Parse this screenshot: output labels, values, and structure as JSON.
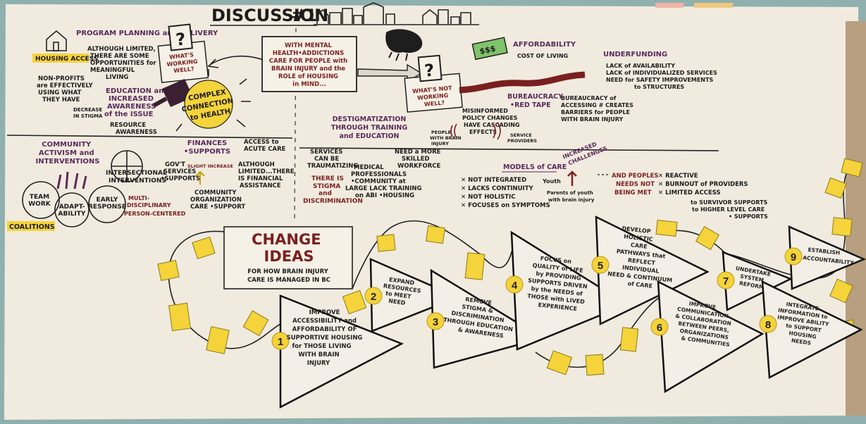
{
  "header": {
    "title": "DISCUSSION",
    "number": "#1"
  },
  "top_left": {
    "program_heading": "PROGRAM PLANNING and DELIVERY",
    "housing_access": "HOUSING ACCESS",
    "although_limited": [
      "ALTHOUGH LIMITED,",
      "THERE ARE SOME",
      "OPPORTUNITIES for",
      "MEANINGFUL",
      "LIVING"
    ],
    "non_profits": [
      "NON-PROFITS",
      "are EFFECTIVELY",
      "USING WHAT",
      "THEY HAVE"
    ],
    "education_heading": [
      "EDUCATION and",
      "INCREASED",
      "AWARENESS",
      "of the ISSUE"
    ],
    "decrease_stigma": [
      "DECREASE",
      "IN STIGMA"
    ],
    "resource_awareness": [
      "RESOURCE",
      "AWARENESS"
    ],
    "whats_working": [
      "WHAT'S",
      "WORKING",
      "WELL?"
    ]
  },
  "center_box": [
    "WITH MENTAL",
    "HEALTH•ADDICTIONS",
    "CARE FOR PEOPLE with",
    "BRAIN INJURY and the",
    "ROLE of HOUSING",
    "in MIND..."
  ],
  "complex": [
    "COMPLEX",
    "CONNECTION",
    "to HEALTH"
  ],
  "community": {
    "heading": [
      "COMMUNITY",
      "ACTIVISM and",
      "INTERVENTIONS"
    ],
    "intersectional": [
      "INTERSECTIONAL",
      "INTERVENTIONS"
    ],
    "team_work": [
      "TEAM",
      "WORK"
    ],
    "early_response": [
      "EARLY",
      "RESPONSE"
    ],
    "adaptability": [
      "ADAPT-",
      "ABILITY"
    ],
    "multi_disciplinary": [
      "MULTI-",
      "DISCIPLINARY",
      "PERSON-CENTERED"
    ],
    "coalitions": "COALITIONS"
  },
  "finances": {
    "heading": [
      "FINANCES",
      "•SUPPORTS"
    ],
    "govt": [
      "GOV'T",
      "SERVICES",
      "•SUPPORTS"
    ],
    "slight_increase": "SLIGHT INCREASE",
    "community_org": [
      "COMMUNITY",
      "ORGANIZATION",
      "CARE •SUPPORT"
    ],
    "access_acute": [
      "ACCESS to",
      "ACUTE CARE"
    ],
    "although_limited_fin": [
      "ALTHOUGH",
      "LIMITED...THERE",
      "IS FINANCIAL",
      "ASSISTANCE"
    ]
  },
  "destig": {
    "heading": [
      "DESTIGMATIZATION",
      "THROUGH TRAINING",
      "and EDUCATION"
    ],
    "services": [
      "SERVICES",
      "CAN BE",
      "TRAUMATIZING"
    ],
    "stigma": [
      "THERE IS",
      "STIGMA",
      "and",
      "DISCRIMINATION"
    ],
    "medical": [
      "MEDICAL",
      "PROFESSIONALS",
      "•COMMUNITY at",
      "LARGE LACK TRAINING",
      "on ABI •HOUSING"
    ],
    "need_more": [
      "NEED a MORE",
      "SKILLED",
      "WORKFORCE"
    ]
  },
  "not_working": {
    "label": [
      "WHAT'S NOT",
      "WORKING",
      "WELL?"
    ],
    "affordability": "AFFORDABILITY",
    "cost_living": "COST OF LIVING",
    "dollars": "$$$",
    "underfunding": "UNDERFUNDING",
    "underfunding_items": [
      "LACK of AVAILABILITY",
      "LACK of INDIVIDUALIZED SERVICES",
      "NEED for SAFETY IMPROVEMENTS",
      "to STRUCTURES"
    ],
    "bureaucracy_heading": [
      "BUREAUCRACY",
      "•RED TAPE"
    ],
    "bureaucracy_text": [
      "BUREAUCRACY of",
      "ACCESSING # CREATES",
      "BARRIERS for PEOPLE",
      "WITH BRAIN INJURY"
    ],
    "misinformed": [
      "MISINFORMED",
      "POLICY CHANGES",
      "HAVE CASCADING",
      "EFFECTS"
    ],
    "people_bi": [
      "PEOPLE",
      "WITH BRAIN",
      "INJURY"
    ],
    "service_providers": [
      "SERVICE",
      "PROVIDERS"
    ]
  },
  "models_of_care": {
    "heading": "MODELS of CARE",
    "items": [
      "NOT INTEGRATED",
      "LACKS CONTINUITY",
      "NOT HOLISTIC",
      "FOCUSES on SYMPTOMS"
    ],
    "youth": "Youth",
    "parents": [
      "Parents of youth",
      "with brain injury"
    ],
    "increased_challenges": [
      "INCREASED",
      "CHALLENGES"
    ],
    "peoples_needs": [
      "AND PEOPLES",
      "NEEDS NOT",
      "BEING MET"
    ],
    "x_items": [
      "REACTIVE",
      "BURNOUT of PROVIDERS",
      "LIMITED ACCESS"
    ],
    "survivor": [
      "to SURVIVOR SUPPORTS",
      "to HIGHER LEVEL CARE",
      "• SUPPORTS"
    ]
  },
  "change_ideas": {
    "title": [
      "CHANGE",
      "IDEAS"
    ],
    "subtitle": [
      "FOR HOW BRAIN INJURY",
      "CARE IS MANAGED IN BC"
    ],
    "items": [
      {
        "num": "1",
        "lines": [
          "IMPROVE",
          "ACCESSIBILITY and",
          "AFFORDABILITY OF",
          "SUPPORTIVE HOUSING",
          "for THOSE LIVING",
          "WITH BRAIN",
          "INJURY"
        ]
      },
      {
        "num": "2",
        "lines": [
          "EXPAND",
          "RESOURCES",
          "to MEET",
          "NEED"
        ]
      },
      {
        "num": "3",
        "lines": [
          "REMOVE",
          "STIGMA &",
          "DISCRIMINATION",
          "THROUGH EDUCATION",
          "& AWARENESS"
        ]
      },
      {
        "num": "4",
        "lines": [
          "FOCUS on",
          "QUALITY of LIFE",
          "by PROVIDING",
          "SUPPORTS DRIVEN",
          "by the NEEDS of",
          "THOSE with LIVED",
          "EXPERIENCE"
        ]
      },
      {
        "num": "5",
        "lines": [
          "DEVELOP",
          "HOLISTIC",
          "CARE",
          "PATHWAYS that",
          "REFLECT",
          "INDIVIDUAL",
          "NEED & CONTINUUM",
          "of CARE"
        ]
      },
      {
        "num": "6",
        "lines": [
          "IMPROVE",
          "COMMUNICATION",
          "& COLLABORATION",
          "BETWEEN PEERS,",
          "ORGANIZATIONS",
          "& COMMUNITIES"
        ]
      },
      {
        "num": "7",
        "lines": [
          "UNDERTAKE",
          "SYSTEM",
          "REFORM"
        ]
      },
      {
        "num": "8",
        "lines": [
          "INTEGRATE",
          "INFORMATION to",
          "IMPROVE ABILITY",
          "to SUPPORT",
          "HOUSING",
          "NEEDS"
        ]
      },
      {
        "num": "9",
        "lines": [
          "ESTABLISH",
          "ACCOUNTABILITY"
        ]
      }
    ]
  }
}
